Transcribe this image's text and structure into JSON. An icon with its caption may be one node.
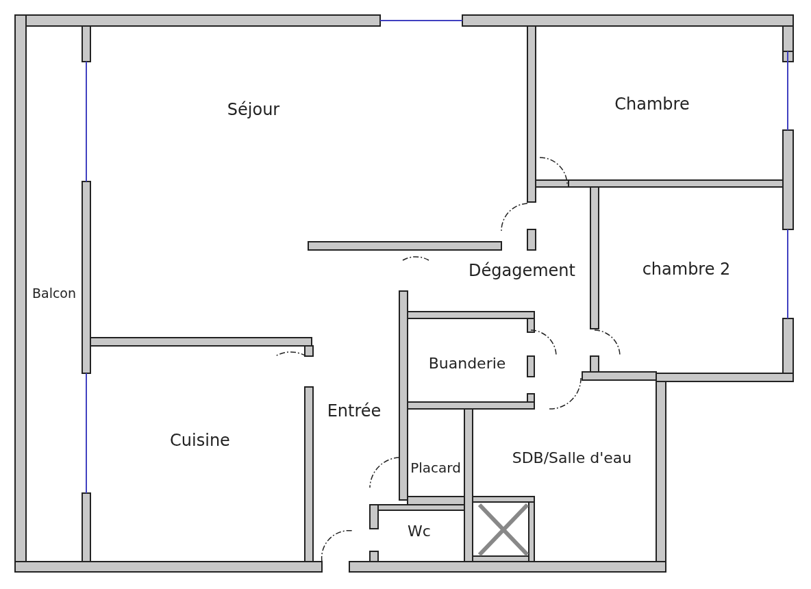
{
  "diagram": {
    "labels": [
      "Séjour",
      "Chambre",
      "Dégagement",
      "chambre 2",
      "Balcon",
      "Buanderie",
      "Entrée",
      "Cuisine",
      "Placard",
      "SDB/Salle d'eau",
      "Wc"
    ]
  }
}
